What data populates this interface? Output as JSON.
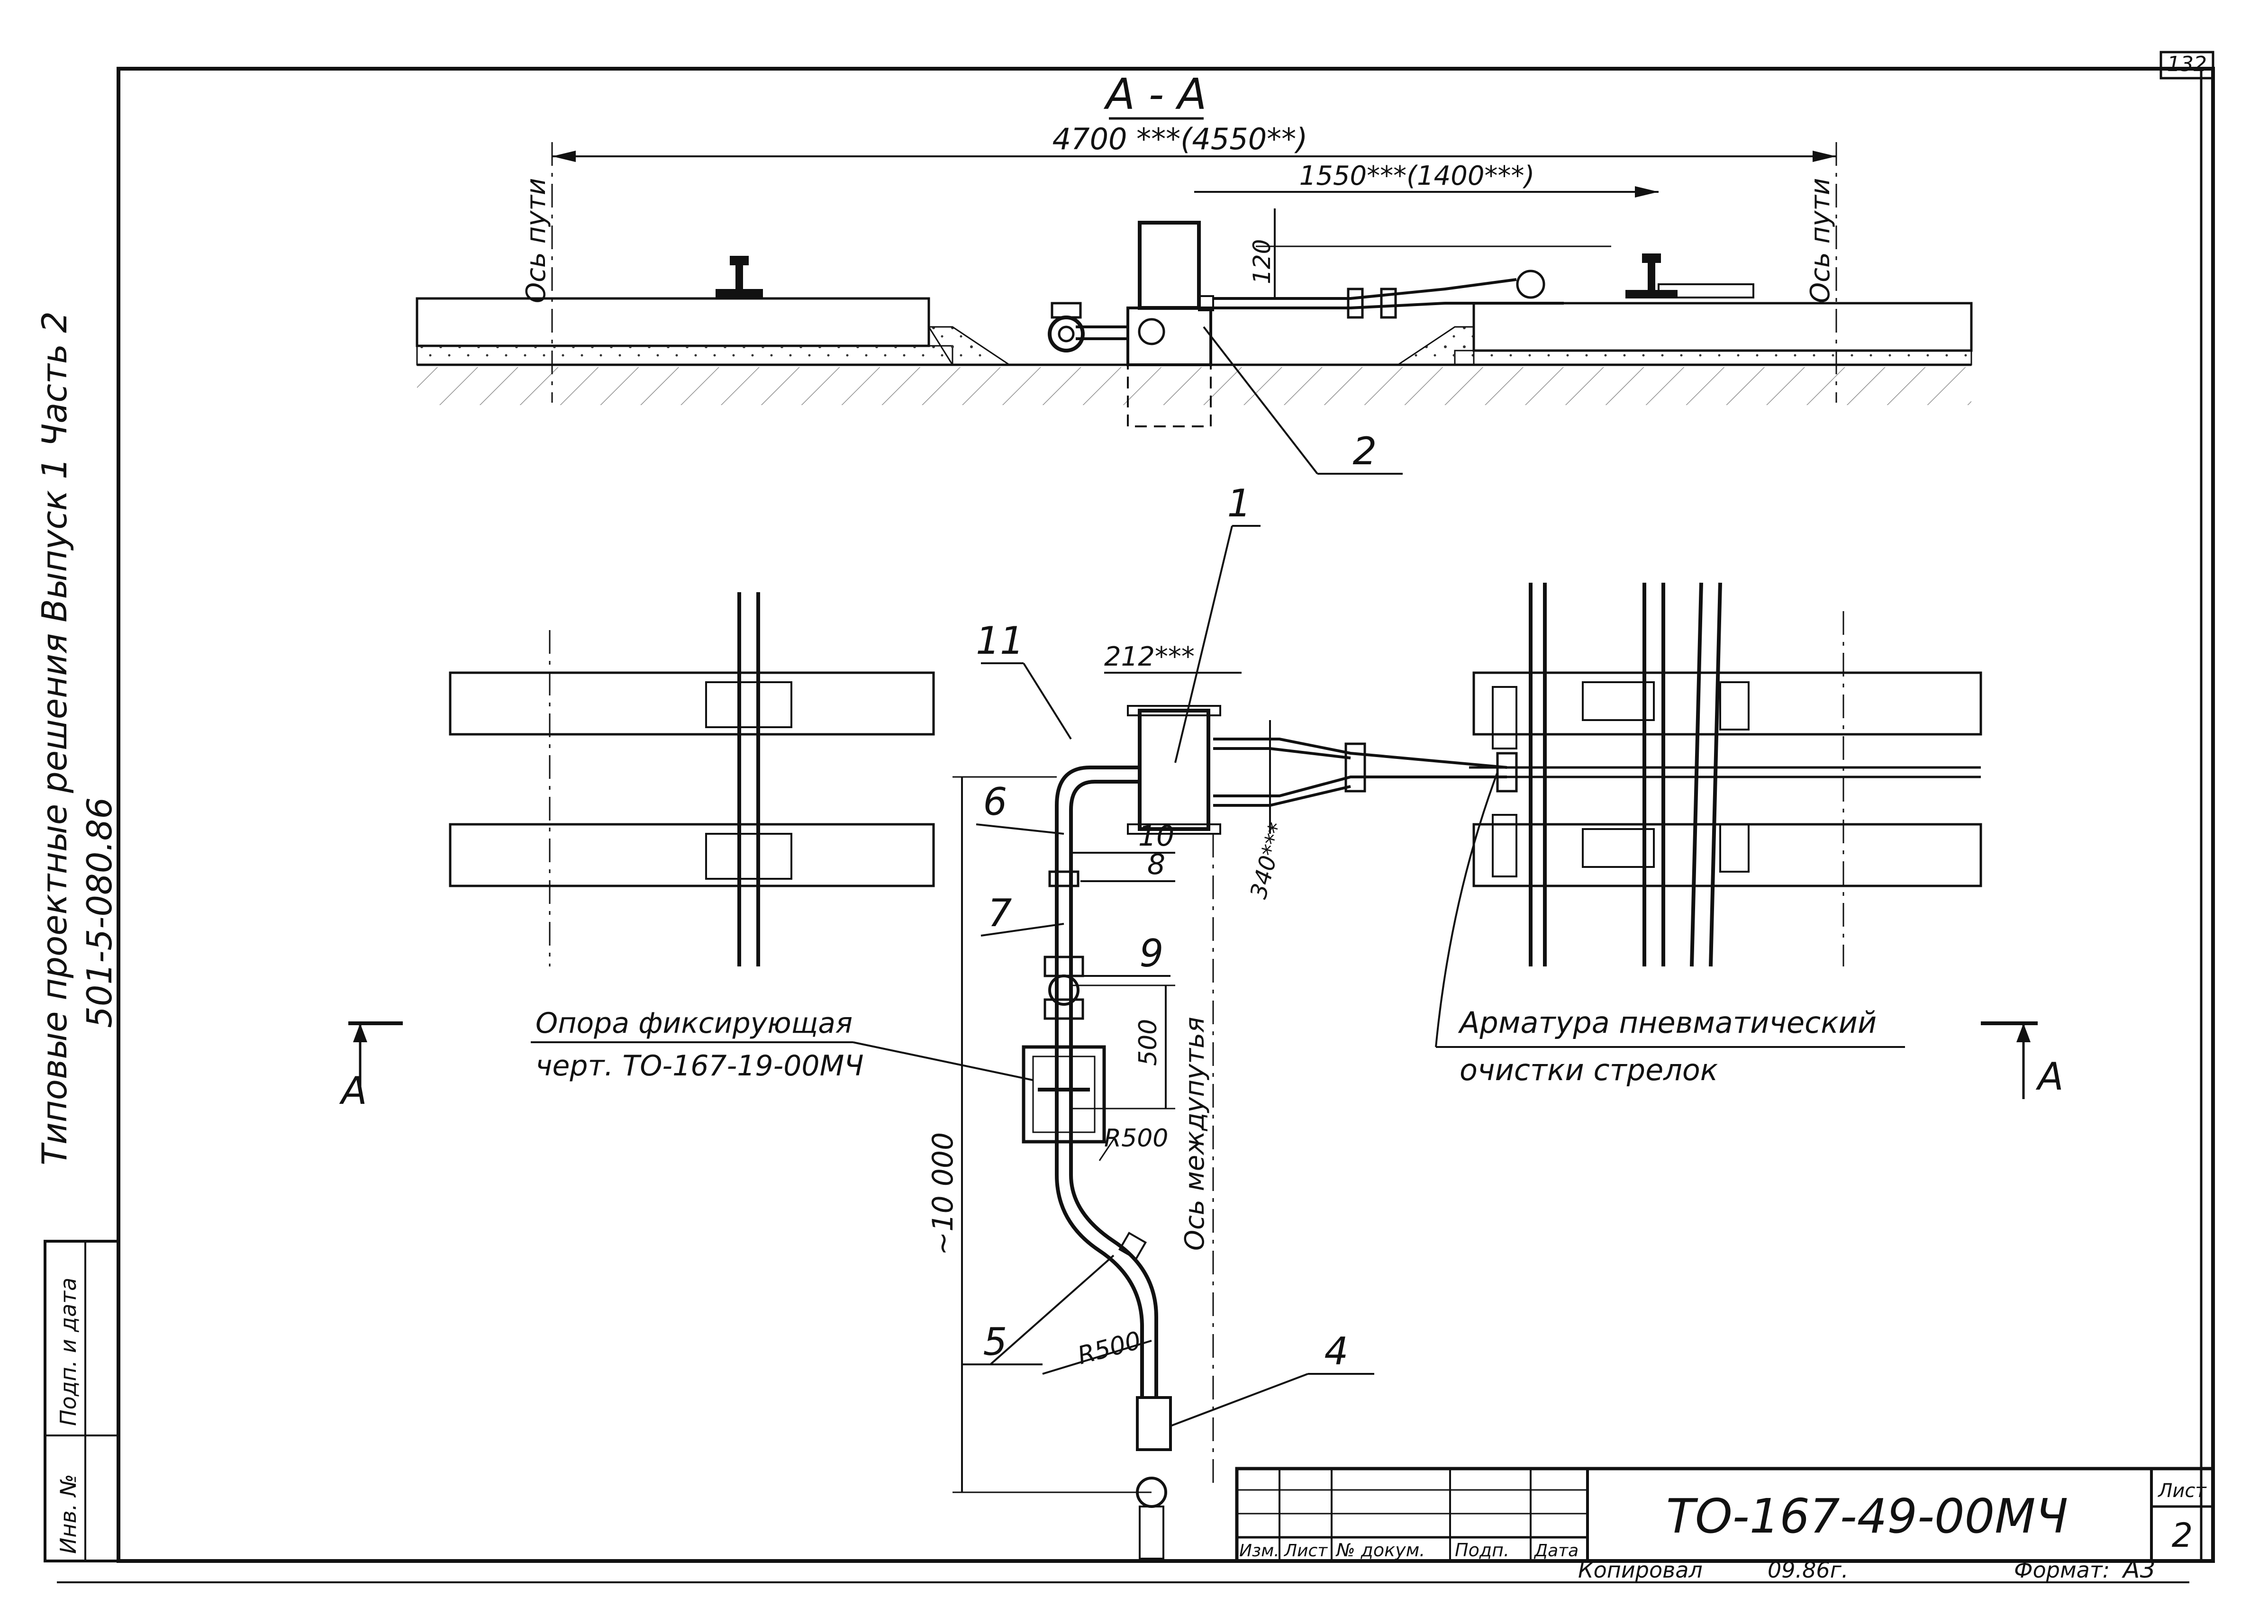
{
  "sheet_number": "132",
  "side_title": {
    "line1": "Типовые   проектные   решения   Выпуск 1   Часть 2",
    "line2": "501-5-080.86"
  },
  "section": {
    "title": "А - А",
    "dim_total": "4700 ***(4550**)",
    "dim_partial": "1550***(1400***)",
    "dim_height": "120",
    "axis_left": "Ось пути",
    "axis_right": "Ось пути"
  },
  "plan": {
    "dim_212": "212***",
    "dim_340": "340***",
    "dim_500": "500",
    "dim_10000": "~10 000",
    "radius_top": "R500",
    "radius_bottom": "R500",
    "axis_between": "Ось междупутья",
    "support_label_1": "Опора фиксирующая",
    "support_label_2": "черт. ТО-167-19-00МЧ",
    "armature_label_1": "Арматура пневматический",
    "armature_label_2": "очистки стрелок",
    "cut_left": "А",
    "cut_right": "А"
  },
  "callouts": [
    "1",
    "2",
    "4",
    "5",
    "6",
    "7",
    "8",
    "9",
    "10",
    "11"
  ],
  "stamp": {
    "code": "ТО-167-49-00МЧ",
    "sheet_label": "Лист",
    "sheet_value": "2",
    "cols": [
      "Изм.",
      "Лист",
      "№ докум.",
      "Подп.",
      "Дата"
    ],
    "left_cols": [
      "Инв. №",
      "Подп. и дата"
    ],
    "copied": "Копировал",
    "copied_date": "09.86г.",
    "format_label": "Формат:",
    "format_value": "А3"
  }
}
